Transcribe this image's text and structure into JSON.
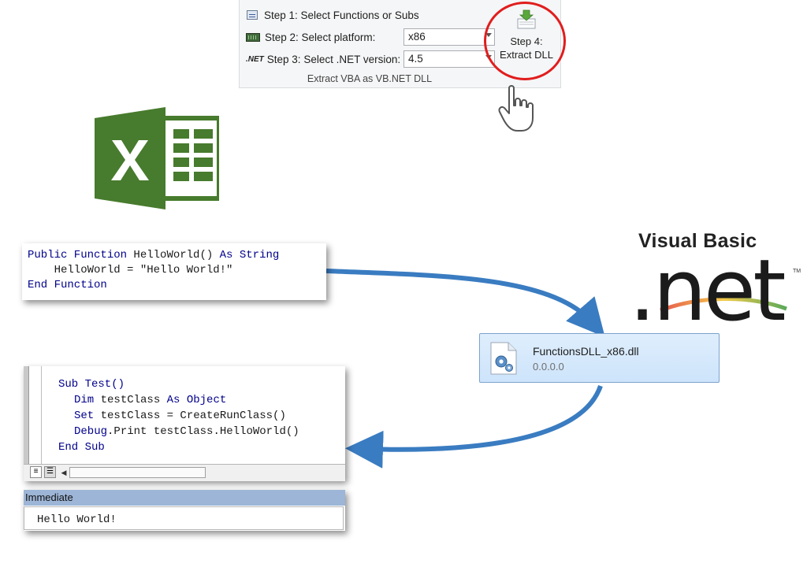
{
  "ribbon": {
    "step1_label": "Step 1: Select Functions or Subs",
    "step2_label": "Step 2: Select platform:",
    "step2_value": "x86",
    "step3_label": "Step 3: Select .NET version:",
    "step3_value": "4.5",
    "net_icon_text": ".NET",
    "step4_line1": "Step 4:",
    "step4_line2": "Extract DLL",
    "caption": "Extract VBA as VB.NET DLL"
  },
  "code_function": {
    "line1_kw1": "Public Function",
    "line1_name": " HelloWorld() ",
    "line1_kw2": "As String",
    "line2": "    HelloWorld = \"Hello World!\"",
    "line3": "End Function"
  },
  "vb_logo": {
    "title": "Visual Basic",
    "wordmark": ".net",
    "tm": "TM"
  },
  "dll_file": {
    "name": "FunctionsDLL_x86.dll",
    "version": "0.0.0.0"
  },
  "code_sub": {
    "line1": "Sub Test()",
    "line2_kw1": "Dim",
    "line2_mid": " testClass ",
    "line2_kw2": "As Object",
    "line3_kw": "Set",
    "line3_rest": " testClass = CreateRunClass()",
    "line4_kw": "Debug",
    "line4_rest": ".Print testClass.HelloWorld()",
    "line5": "End Sub"
  },
  "immediate": {
    "title": "Immediate",
    "output": "Hello World!"
  },
  "colors": {
    "keyword": "#00008b",
    "excel_green": "#477b2d",
    "arrow_blue": "#3a7cc1",
    "highlight_red": "#e11d1d"
  },
  "icons": [
    "functions-icon",
    "chip-icon",
    "net-icon",
    "download-icon",
    "hand-cursor-icon",
    "excel-logo",
    "dll-gear-icon"
  ]
}
